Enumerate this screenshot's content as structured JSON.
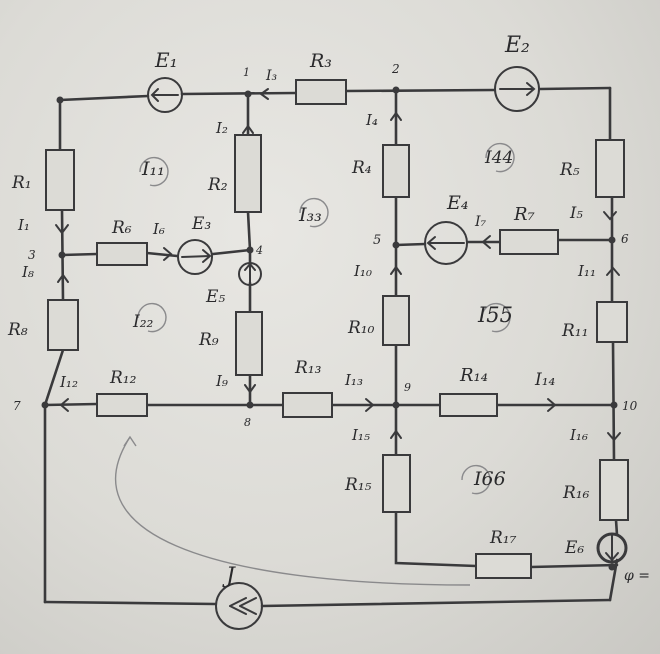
{
  "labels": {
    "E1": "E₁",
    "E2": "E₂",
    "E3": "E₃",
    "E4": "E₄",
    "E5": "E₅",
    "E6": "E₆",
    "J": "J",
    "R1": "R₁",
    "R2": "R₂",
    "R3": "R₃",
    "R4": "R₄",
    "R5": "R₅",
    "R6": "R₆",
    "R7": "R₇",
    "R8": "R₈",
    "R9": "R₉",
    "R10": "R₁₀",
    "R11": "R₁₁",
    "R12": "R₁₂",
    "R13": "R₁₃",
    "R14": "R₁₄",
    "R15": "R₁₅",
    "R16": "R₁₆",
    "R17": "R₁₇",
    "I1": "I₁",
    "I2": "I₂",
    "I3": "I₃",
    "I4": "I₄",
    "I5": "I₅",
    "I6": "I₆",
    "I7": "I₇",
    "I8": "I₈",
    "I9": "I₉",
    "I10": "I₁₀",
    "I11": "I₁₁",
    "I12": "I₁₂",
    "I13": "I₁₃",
    "I14": "I₁₄",
    "I15": "I₁₅",
    "I16": "I₁₆",
    "I11loop": "I₁₁",
    "I22loop": "I₂₂",
    "I33loop": "I₃₃",
    "I44loop": "I44",
    "I55loop": "I55",
    "I66loop": "I66",
    "n1": "1",
    "n2": "2",
    "n3": "3",
    "n4": "4",
    "n5": "5",
    "n6": "6",
    "n7": "7",
    "n8": "8",
    "n9": "9",
    "n10": "10",
    "phi": "φ ="
  }
}
